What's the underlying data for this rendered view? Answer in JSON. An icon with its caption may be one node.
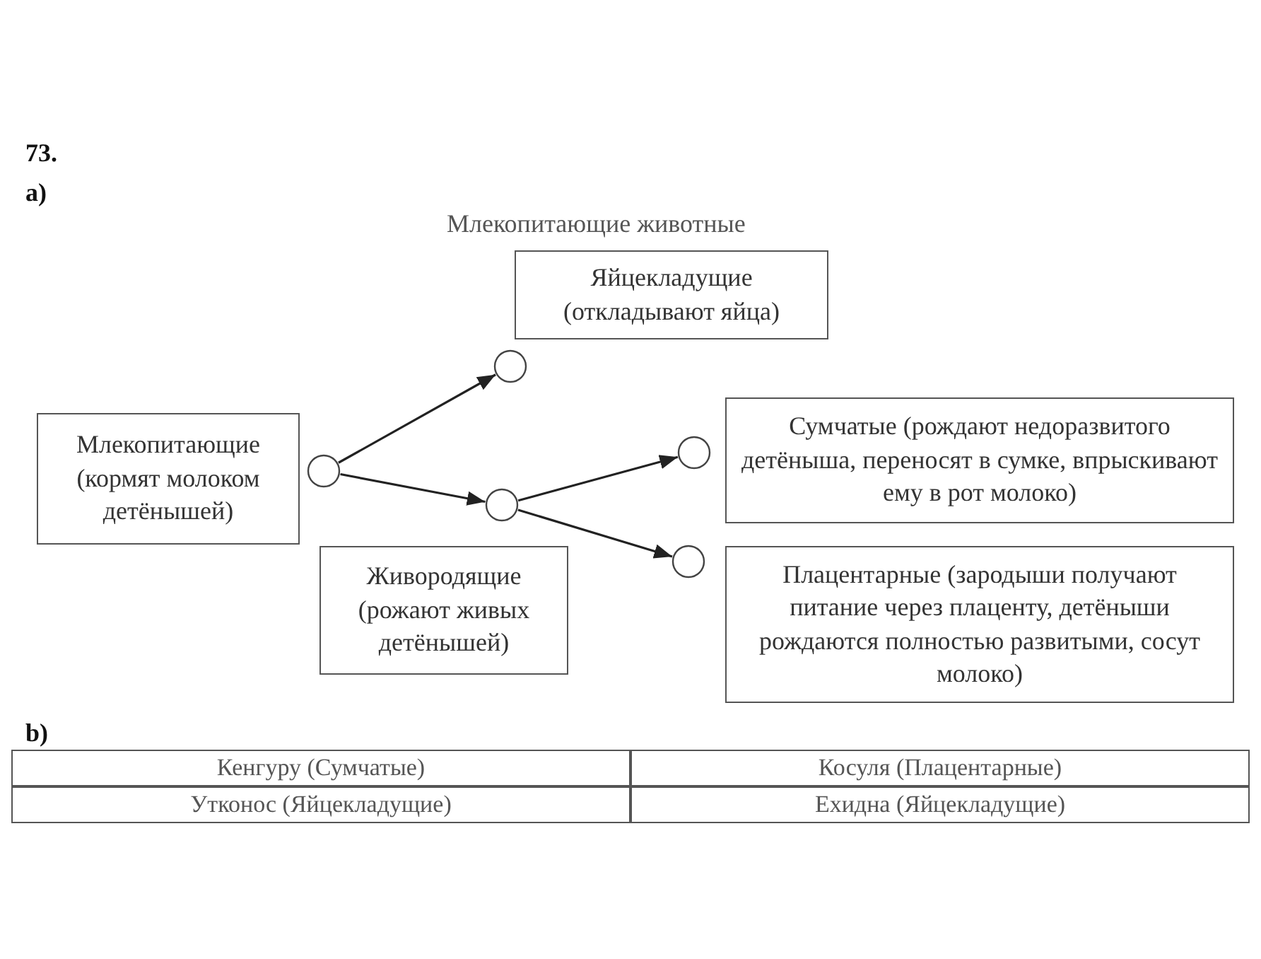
{
  "diagram": {
    "title": "Млекопитающие животные",
    "nodes": [
      {
        "text": [
          "Млекопитающие (кормят молоком детёнышей)"
        ]
      },
      {
        "text": [
          "Яйцекладущие (откладывают яйца)"
        ]
      },
      {
        "text": [
          "Живородящие (рожают живых детёнышей)"
        ]
      },
      {
        "text": [
          "Сумчатые (рождают недоразвитого детёныша, переносят в сумке, впрыскивают ему в рот молоко)"
        ]
      },
      {
        "text": [
          "Плацентарные (зародыши получают питание через плаценту, детёныши рождаются полностью развитыми, сосут молоко)"
        ]
      },
      {
        "text": [],
        "shape": "circle"
      },
      {
        "text": [],
        "shape": "circle"
      },
      {
        "text": [],
        "shape": "circle"
      },
      {
        "text": [],
        "shape": "circle"
      },
      {
        "text": [],
        "shape": "circle"
      }
    ],
    "edges": [
      {
        "from": 5,
        "to": 6,
        "arrow": "to"
      },
      {
        "from": 5,
        "to": 7,
        "arrow": "to"
      },
      {
        "from": 7,
        "to": 8,
        "arrow": "to"
      },
      {
        "from": 7,
        "to": 9,
        "arrow": "to"
      }
    ],
    "labels": [
      "73.",
      "а)",
      "b)",
      "Кенгуру (Сумчатые)",
      "Косуля (Плацентарные)",
      "Утконос (Яйцекладущие)",
      "Ехидна (Яйцекладущие)"
    ]
  }
}
